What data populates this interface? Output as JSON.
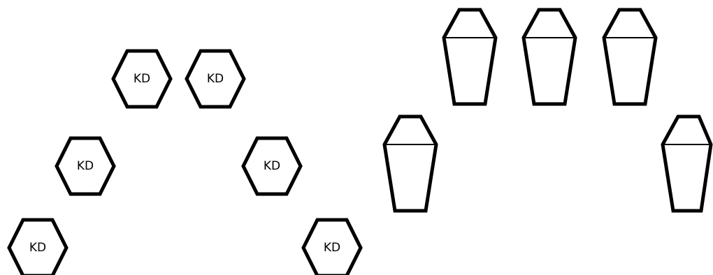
{
  "canvas": {
    "background": "#ffffff",
    "stroke_color": "#000000"
  },
  "hexagon_markers": [
    {
      "label": "KD"
    },
    {
      "label": "KD"
    },
    {
      "label": "KD"
    },
    {
      "label": "KD"
    },
    {
      "label": "KD"
    },
    {
      "label": "KD"
    }
  ],
  "coffin_shapes": [
    {
      "icon": "coffin-icon"
    },
    {
      "icon": "coffin-icon"
    },
    {
      "icon": "coffin-icon"
    },
    {
      "icon": "coffin-icon"
    },
    {
      "icon": "coffin-icon"
    }
  ]
}
